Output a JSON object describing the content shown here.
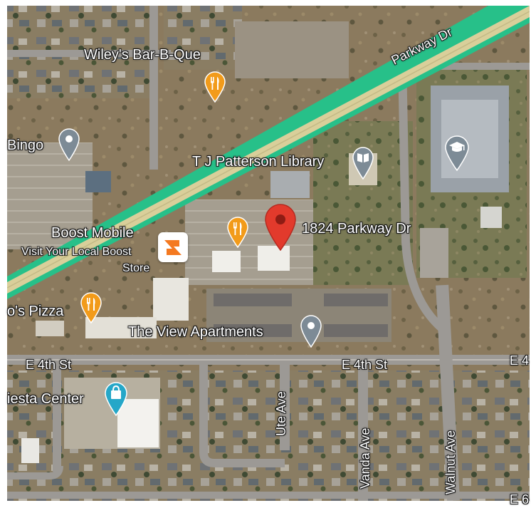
{
  "labels": {
    "parkway_dr": "Parkway Dr",
    "wileys": "Wiley's Bar-B-Que",
    "bingo": "Bingo",
    "tj_patterson": "T J Patterson Library",
    "boost_name": "Boost Mobile",
    "boost_tag_1": "Visit Your Local Boost",
    "boost_tag_2": "Store",
    "address": "1824 Parkway Dr",
    "pizza": "o's Pizza",
    "view_apartments": "The View Apartments",
    "e4th_left": "E 4th St",
    "e4th_mid": "E 4th St",
    "e4th_right": "E 4",
    "fiesta": "iesta Center",
    "ute_ave": "Ute Ave",
    "vanda_ave": "Vanda Ave",
    "walnut_ave": "Walnut Ave",
    "e6_right": "E 6"
  },
  "icons": {
    "restaurant": "fork-knife",
    "place": "place-dot",
    "library": "book",
    "school": "graduation-cap",
    "store": "boost-logo",
    "shopping": "shopping-bag",
    "selected": "red-pin"
  },
  "colors": {
    "highway_green": "#27c089",
    "highway_yellow": "#d9cf9a",
    "restaurant_orange": "#f29b1a",
    "place_gray": "#7d8b96",
    "selected_red": "#e23a2c",
    "shopping_teal": "#25a7c8",
    "boost_orange": "#f47920"
  }
}
